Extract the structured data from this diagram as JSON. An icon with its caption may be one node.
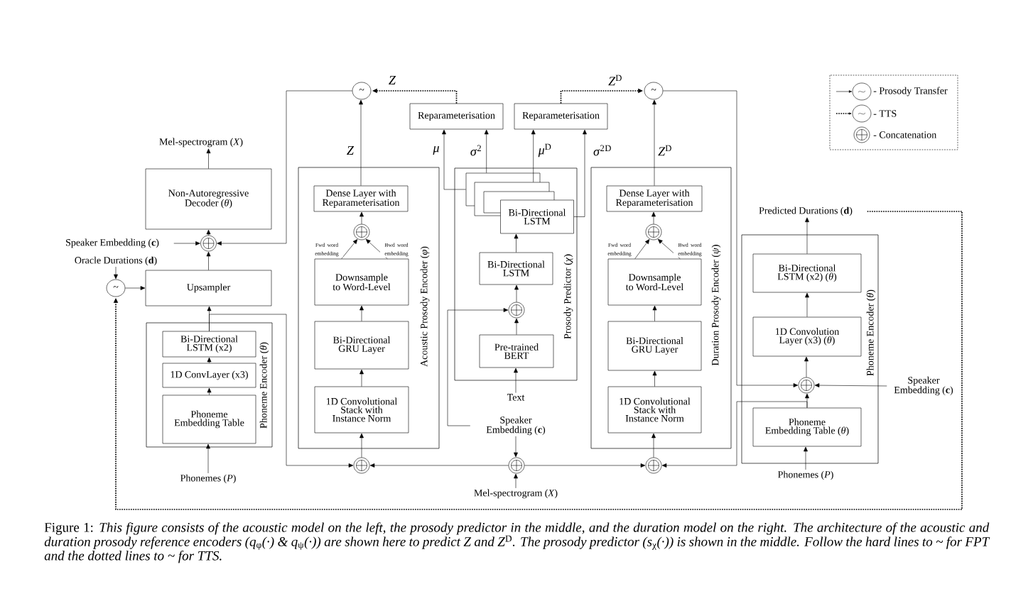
{
  "diagram": {
    "caption": "Figure 1: *This figure consists of the acoustic model on the left, the prosody predictor in the middle, and the duration model on the right. The architecture of the acoustic and duration prosody reference encoders (q*$_{φ}$*(·) & q*$_{ψ}$*(·)) are shown here to predict Z and Z*$^{D}$*. The prosody predictor (s*$_{χ}$*(·)) is shown in the middle. Follow the hard lines to ~ for FPT and the dotted lines to ~ for TTS.*",
    "nodes": [
      {
        "text": [
          "Mel-spectrogram (*X*)"
        ]
      },
      {
        "text": [
          "Non-Autoregressive Decoder (*θ*)"
        ]
      },
      {
        "text": [],
        "shape": "circle"
      },
      {
        "text": [
          "Speaker Embedding (**c**)"
        ]
      },
      {
        "text": [
          "Oracle Durations (**d**)"
        ]
      },
      {
        "text": [
          "~"
        ]
      },
      {
        "text": [
          "Upsampler"
        ]
      },
      {
        "text": [
          "Phoneme Encoder (*θ*)"
        ]
      },
      {
        "text": [
          "Bi-Directional LSTM (x2)"
        ],
        "in": 7
      },
      {
        "text": [
          "1D ConvLayer (x3)"
        ],
        "in": 7
      },
      {
        "text": [
          "Phoneme Embedding Table"
        ],
        "in": 7
      },
      {
        "text": [
          "Phonemes (*P*)"
        ]
      },
      {
        "text": [
          "Acoustic Prosody Encoder (*φ*)"
        ]
      },
      {
        "text": [
          "Dense Layer with Reparameterisation"
        ],
        "in": 12
      },
      {
        "text": [],
        "shape": "circle",
        "in": 12
      },
      {
        "text": [
          "Downsample to Word-Level"
        ],
        "in": 12
      },
      {
        "text": [
          "Bi-Directional GRU Layer"
        ],
        "in": 12
      },
      {
        "text": [
          "1D Convolutional Stack with Instance Norm"
        ],
        "in": 12
      },
      {
        "text": [],
        "shape": "circle"
      },
      {
        "text": [
          "~"
        ]
      },
      {
        "text": [
          "Reparameterisation"
        ]
      },
      {
        "text": [
          "Reparameterisation"
        ]
      },
      {
        "text": [
          "Prosody Predictor (*χ*)"
        ]
      },
      {
        "text": [],
        "shape": "box",
        "in": 22
      },
      {
        "text": [],
        "shape": "box",
        "in": 22
      },
      {
        "text": [],
        "shape": "box",
        "in": 22
      },
      {
        "text": [
          "Bi-Directional LSTM"
        ],
        "in": 22
      },
      {
        "text": [
          "Bi-Directional LSTM"
        ],
        "in": 22
      },
      {
        "text": [],
        "shape": "circle",
        "in": 22
      },
      {
        "text": [
          "Pre-trained BERT"
        ],
        "in": 22
      },
      {
        "text": [
          "Text"
        ]
      },
      {
        "text": [
          "Speaker Embedding (**c**)"
        ]
      },
      {
        "text": [],
        "shape": "circle"
      },
      {
        "text": [
          "Mel-spectrogram (*X*)"
        ]
      },
      {
        "text": [
          "Duration Prosody Encoder (*ψ*)"
        ]
      },
      {
        "text": [
          "Dense Layer with Reparameterisation"
        ],
        "in": 34
      },
      {
        "text": [],
        "shape": "circle",
        "in": 34
      },
      {
        "text": [
          "Downsample to Word-Level"
        ],
        "in": 34
      },
      {
        "text": [
          "Bi-Directional GRU Layer"
        ],
        "in": 34
      },
      {
        "text": [
          "1D Convolutional Stack with Instance Norm"
        ],
        "in": 34
      },
      {
        "text": [],
        "shape": "circle"
      },
      {
        "text": [
          "~"
        ]
      },
      {
        "text": [
          "Predicted Durations (**d**)"
        ]
      },
      {
        "text": [
          "Phoneme Encoder (*θ*)"
        ]
      },
      {
        "text": [
          "Bi-Directional LSTM (x2) (*θ*)"
        ],
        "in": 43
      },
      {
        "text": [
          "1D Convolution Layer (x3) (*θ*)"
        ],
        "in": 43
      },
      {
        "text": [],
        "shape": "circle",
        "in": 43
      },
      {
        "text": [
          "Phoneme Embedding Table (*θ*)"
        ],
        "in": 43
      },
      {
        "text": [
          "Phonemes (*P*)"
        ]
      },
      {
        "text": [
          "Speaker Embedding (**c**)"
        ]
      }
    ],
    "edges": [
      {
        "from": 1,
        "to": 0,
        "arrow": "to"
      },
      {
        "from": 2,
        "to": 1,
        "arrow": "to"
      },
      {
        "from": 3,
        "to": 2,
        "arrow": "to"
      },
      {
        "from": 19,
        "to": 2,
        "arrow": "to"
      },
      {
        "from": 6,
        "to": 2,
        "arrow": "to"
      },
      {
        "from": 4,
        "to": 5,
        "arrow": "to"
      },
      {
        "from": 5,
        "to": 6,
        "arrow": "to"
      },
      {
        "from": 8,
        "to": 6,
        "arrow": "to"
      },
      {
        "from": 8,
        "to": 18,
        "arrow": "to"
      },
      {
        "from": 11,
        "to": 10,
        "arrow": "to"
      },
      {
        "from": 10,
        "to": 9,
        "arrow": "to"
      },
      {
        "from": 9,
        "to": 8,
        "arrow": "to"
      },
      {
        "from": 18,
        "to": 17,
        "arrow": "to"
      },
      {
        "from": 17,
        "to": 16,
        "arrow": "to"
      },
      {
        "from": 16,
        "to": 15,
        "arrow": "to"
      },
      {
        "from": 15,
        "to": 14,
        "arrow": "to",
        "label": "Fwd word embedding"
      },
      {
        "from": 15,
        "to": 14,
        "arrow": "to",
        "label": "Bwd word embedding"
      },
      {
        "from": 14,
        "to": 13,
        "arrow": "to"
      },
      {
        "from": 13,
        "to": 19,
        "arrow": "to",
        "label": "*Z*"
      },
      {
        "from": 20,
        "to": 19,
        "arrow": "to",
        "label": "*Z*",
        "style": "dashed"
      },
      {
        "from": 23,
        "to": 20,
        "arrow": "to",
        "label": "*μ*"
      },
      {
        "from": 23,
        "to": 20,
        "arrow": "to",
        "label": "*σ*$^{2}$"
      },
      {
        "from": 24,
        "to": 21,
        "arrow": "to",
        "label": "*μ*$^{D}$"
      },
      {
        "from": 26,
        "to": 21,
        "arrow": "to",
        "label": "*σ*$^{2}$$^{D}$"
      },
      {
        "from": 21,
        "to": 41,
        "arrow": "to",
        "label": "*Z*$^{D}$",
        "style": "dashed"
      },
      {
        "from": 30,
        "to": 29,
        "arrow": "to"
      },
      {
        "from": 29,
        "to": 28,
        "arrow": "to"
      },
      {
        "from": 28,
        "to": 27,
        "arrow": "to"
      },
      {
        "from": 27,
        "to": 26,
        "arrow": "to"
      },
      {
        "from": 31,
        "to": 28,
        "arrow": "to"
      },
      {
        "from": 31,
        "to": 32,
        "arrow": "to"
      },
      {
        "from": 33,
        "to": 32,
        "arrow": "to"
      },
      {
        "from": 32,
        "to": 18,
        "arrow": "to"
      },
      {
        "from": 32,
        "to": 40,
        "arrow": "to"
      },
      {
        "from": 40,
        "to": 39,
        "arrow": "to"
      },
      {
        "from": 39,
        "to": 38,
        "arrow": "to"
      },
      {
        "from": 38,
        "to": 37,
        "arrow": "to"
      },
      {
        "from": 37,
        "to": 36,
        "arrow": "to",
        "label": "Fwd word embedding"
      },
      {
        "from": 37,
        "to": 36,
        "arrow": "to",
        "label": "Bwd word embedding"
      },
      {
        "from": 36,
        "to": 35,
        "arrow": "to"
      },
      {
        "from": 35,
        "to": 41,
        "arrow": "to",
        "label": "*Z*$^{D}$"
      },
      {
        "from": 41,
        "to": 46,
        "arrow": "to"
      },
      {
        "from": 47,
        "to": 40,
        "arrow": "to"
      },
      {
        "from": 48,
        "to": 47,
        "arrow": "to"
      },
      {
        "from": 47,
        "to": 46,
        "arrow": "to"
      },
      {
        "from": 49,
        "to": 46,
        "arrow": "to"
      },
      {
        "from": 46,
        "to": 45,
        "arrow": "to"
      },
      {
        "from": 45,
        "to": 44,
        "arrow": "to"
      },
      {
        "from": 44,
        "to": 42,
        "arrow": "to"
      },
      {
        "from": 42,
        "to": 5,
        "arrow": "to",
        "style": "dashed"
      }
    ],
    "legend": [
      {
        "text": "- Prosody Transfer"
      },
      {
        "text": "- TTS"
      },
      {
        "text": "- Concatenation"
      }
    ]
  }
}
